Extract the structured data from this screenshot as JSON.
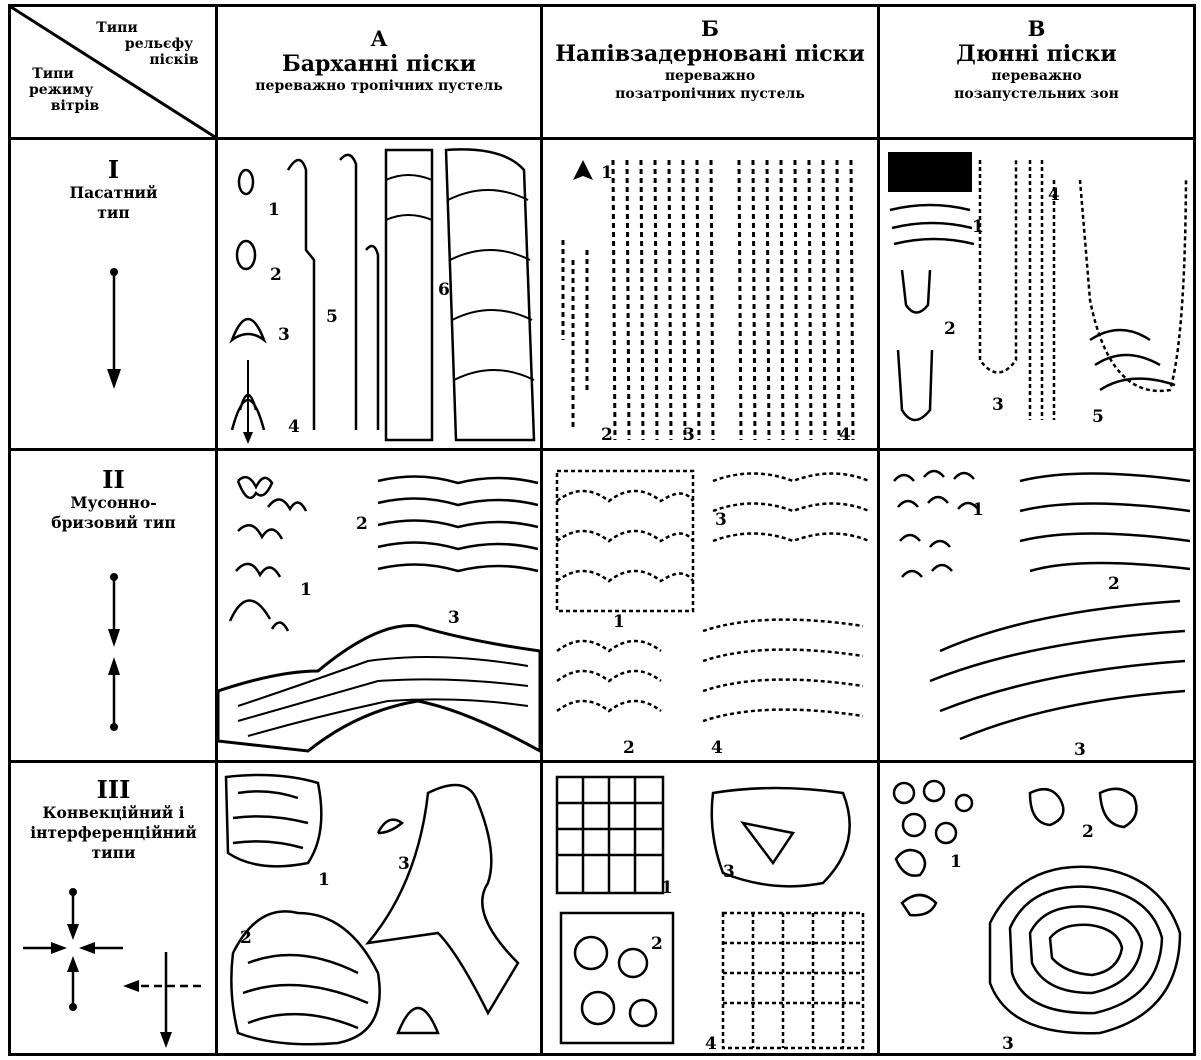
{
  "corner": {
    "top_label_lines": [
      "Типи",
      "рельєфу",
      "пісків"
    ],
    "bottom_label_lines": [
      "Типи",
      "режиму",
      "вітрів"
    ]
  },
  "columns": [
    {
      "letter": "А",
      "name": "Барханні піски",
      "sub_lines": [
        "переважно тропічних пустель"
      ]
    },
    {
      "letter": "Б",
      "name": "Напівзадерновані піски",
      "sub_lines": [
        "переважно",
        "позатропічних пустель"
      ]
    },
    {
      "letter": "В",
      "name": "Дюнні піски",
      "sub_lines": [
        "переважно",
        "позапустельних зон"
      ]
    }
  ],
  "rows": [
    {
      "num": "I",
      "text_lines": [
        "Пасатний",
        "тип"
      ]
    },
    {
      "num": "II",
      "text_lines": [
        "Мусонно-",
        "бризовий тип"
      ]
    },
    {
      "num": "III",
      "text_lines": [
        "Конвекційний і",
        "інтерференційний",
        "типи"
      ]
    }
  ],
  "cells": [
    [
      {
        "labels": [
          "1",
          "2",
          "3",
          "4",
          "5",
          "6"
        ]
      },
      {
        "labels": [
          "1",
          "2",
          "3",
          "4"
        ]
      },
      {
        "labels": [
          "1",
          "2",
          "3",
          "4",
          "5"
        ]
      }
    ],
    [
      {
        "labels": [
          "1",
          "2",
          "3"
        ]
      },
      {
        "labels": [
          "1",
          "2",
          "3",
          "4"
        ]
      },
      {
        "labels": [
          "1",
          "2",
          "3"
        ]
      }
    ],
    [
      {
        "labels": [
          "1",
          "2",
          "3"
        ]
      },
      {
        "labels": [
          "1",
          "2",
          "3",
          "4"
        ]
      },
      {
        "labels": [
          "1",
          "2",
          "3"
        ]
      }
    ]
  ]
}
